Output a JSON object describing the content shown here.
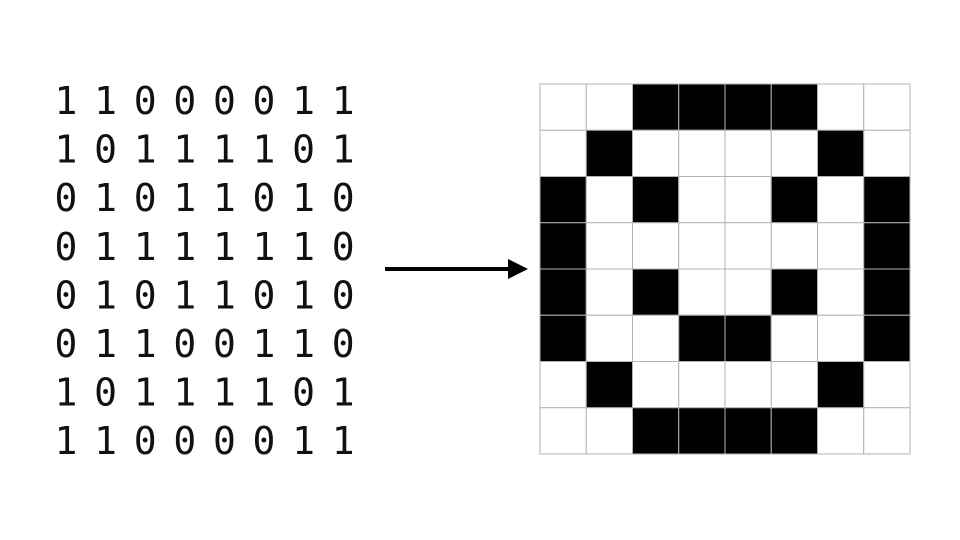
{
  "binary_matrix": {
    "rows": [
      [
        "1",
        "1",
        "0",
        "0",
        "0",
        "0",
        "1",
        "1"
      ],
      [
        "1",
        "0",
        "1",
        "1",
        "1",
        "1",
        "0",
        "1"
      ],
      [
        "0",
        "1",
        "0",
        "1",
        "1",
        "0",
        "1",
        "0"
      ],
      [
        "0",
        "1",
        "1",
        "1",
        "1",
        "1",
        "1",
        "0"
      ],
      [
        "0",
        "1",
        "0",
        "1",
        "1",
        "0",
        "1",
        "0"
      ],
      [
        "0",
        "1",
        "1",
        "0",
        "0",
        "1",
        "1",
        "0"
      ],
      [
        "1",
        "0",
        "1",
        "1",
        "1",
        "1",
        "0",
        "1"
      ],
      [
        "1",
        "1",
        "0",
        "0",
        "0",
        "0",
        "1",
        "1"
      ]
    ]
  },
  "arrow": {
    "icon": "right-arrow-icon",
    "color": "#000000"
  },
  "pixel_grid": {
    "on_color": "#000000",
    "off_color": "#ffffff",
    "line_color": "#b3b3b3"
  }
}
